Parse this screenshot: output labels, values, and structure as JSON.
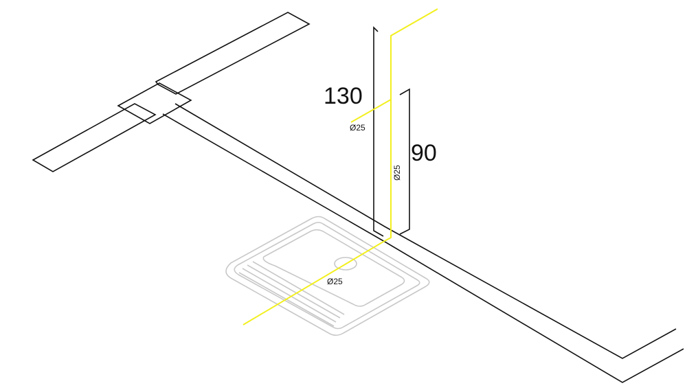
{
  "dimensions": {
    "height_130": "130",
    "height_90": "90"
  },
  "pipe_labels": {
    "branch_diameter": "Ø25",
    "riser_diameter": "Ø25",
    "basin_outlet_diameter": "Ø25"
  },
  "colors": {
    "pipe": "#f2ef1f",
    "outline": "#111111",
    "basin": "#c8c8c8",
    "background": "#ffffff"
  }
}
